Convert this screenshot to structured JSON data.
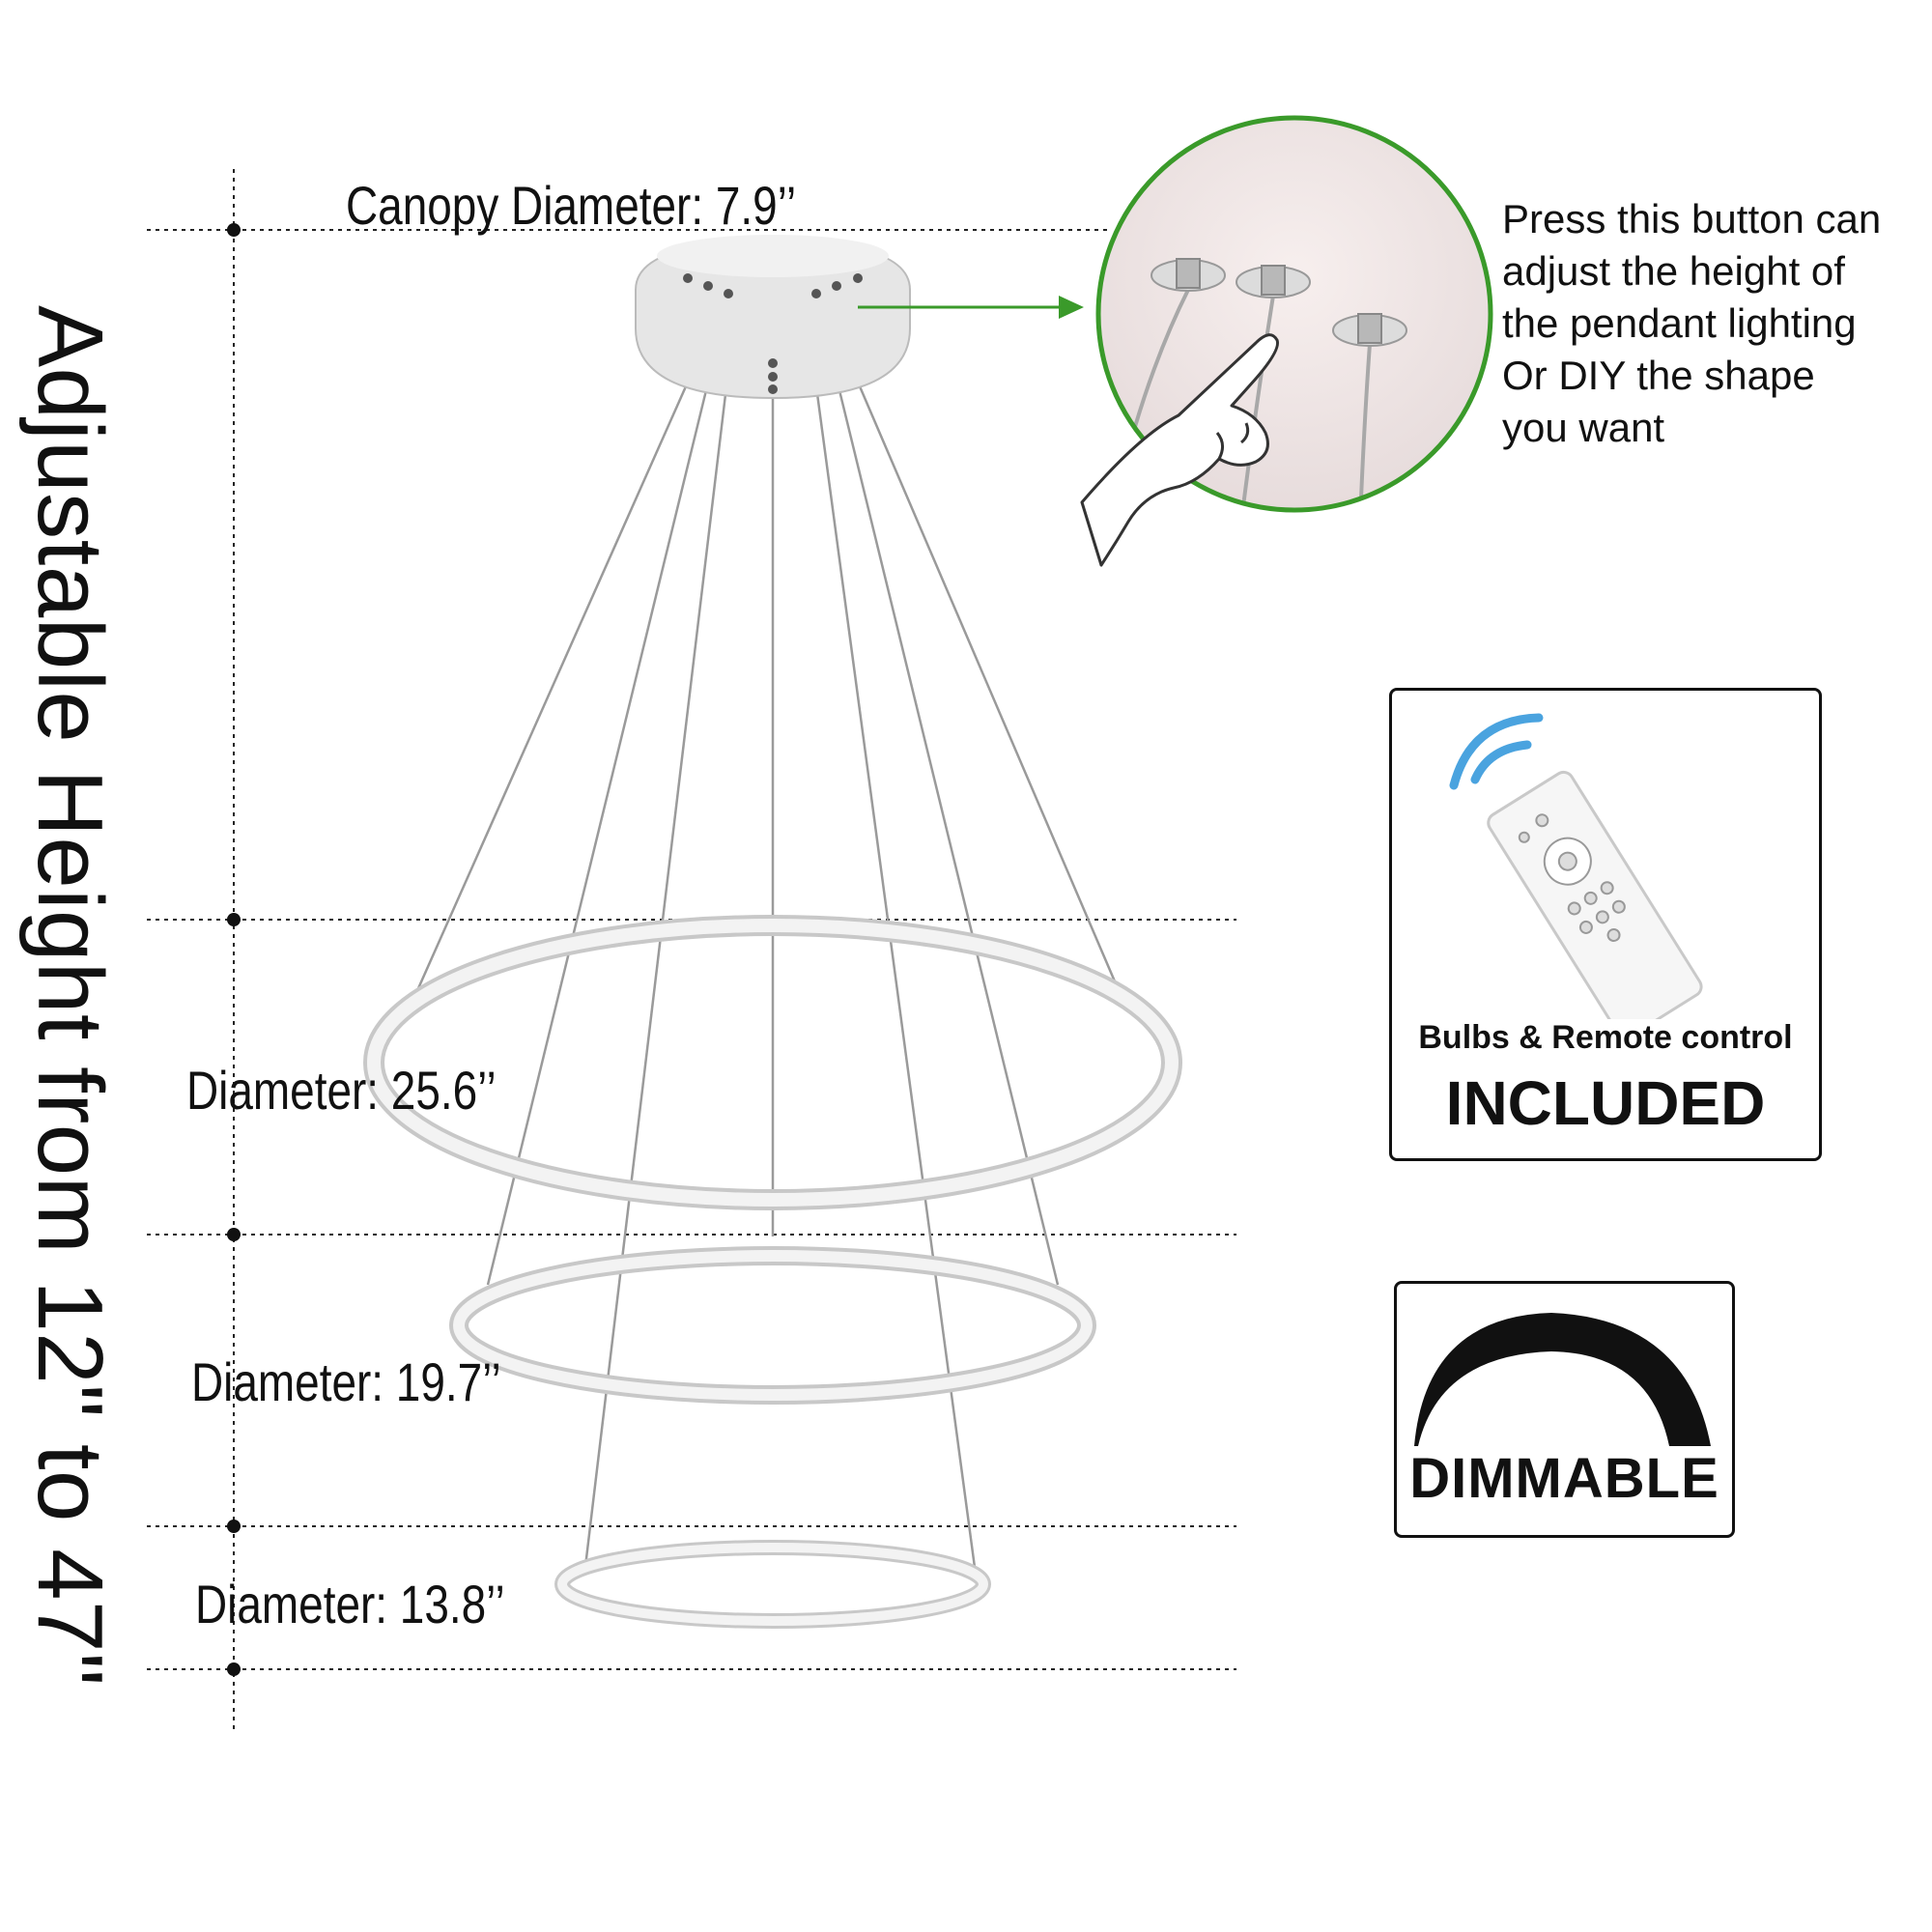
{
  "side_label": "Adjustable Height from 12\" to 47\"",
  "canopy_label": "Canopy Diameter: 7.9’’",
  "rings": [
    {
      "label": "Diameter: 25.6’’"
    },
    {
      "label": "Diameter: 19.7’’"
    },
    {
      "label": "Diameter: 13.8’’"
    }
  ],
  "callout_lines": [
    "Press this button can",
    "adjust the height of",
    "the pendant lighting",
    "Or DIY the shape",
    "you want"
  ],
  "remote_box": {
    "caption": "Bulbs & Remote control",
    "title": "INCLUDED"
  },
  "dimmable_box": {
    "title": "DIMMABLE"
  },
  "colors": {
    "callout_green": "#3a9a2a",
    "wifi_blue": "#4aa3df",
    "line_gray": "#888888",
    "ring_fill": "#f4f4f4"
  }
}
